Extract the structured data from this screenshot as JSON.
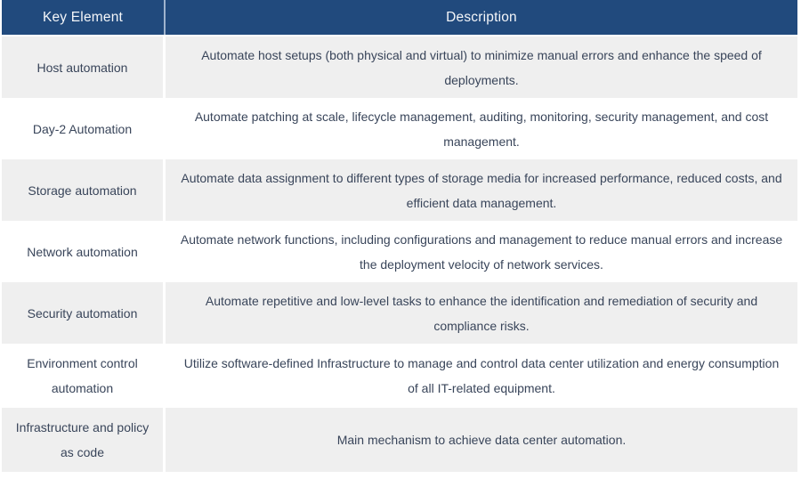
{
  "table": {
    "headers": {
      "key_element": "Key Element",
      "description": "Description"
    },
    "rows": [
      {
        "key": "Host automation",
        "desc": "Automate host setups (both physical and virtual) to minimize manual errors and enhance the speed of deployments."
      },
      {
        "key": "Day-2 Automation",
        "desc": "Automate patching at scale, lifecycle management, auditing, monitoring, security management, and cost management."
      },
      {
        "key": "Storage automation",
        "desc": "Automate data assignment to different types of storage media for increased performance, reduced costs, and efficient data management."
      },
      {
        "key": "Network automation",
        "desc": "Automate network functions, including configurations and management to reduce manual errors and increase the deployment velocity of network services."
      },
      {
        "key": "Security automation",
        "desc": "Automate repetitive and low-level tasks to enhance the identification and remediation of security and compliance risks."
      },
      {
        "key": "Environment control automation",
        "desc": "Utilize software-defined Infrastructure to manage and control data center utilization and energy consumption of all IT-related equipment."
      },
      {
        "key": "Infrastructure and policy as code",
        "desc": "Main mechanism to achieve data center automation."
      }
    ],
    "colors": {
      "header_bg": "#214A7D",
      "header_text": "#F4F6F9",
      "header_divider": "#9FB3CD",
      "row_alt_bg": "#EFEFEF",
      "row_bg": "#FFFFFF",
      "body_text": "#39455A",
      "column_divider": "#FFFFFF"
    }
  }
}
